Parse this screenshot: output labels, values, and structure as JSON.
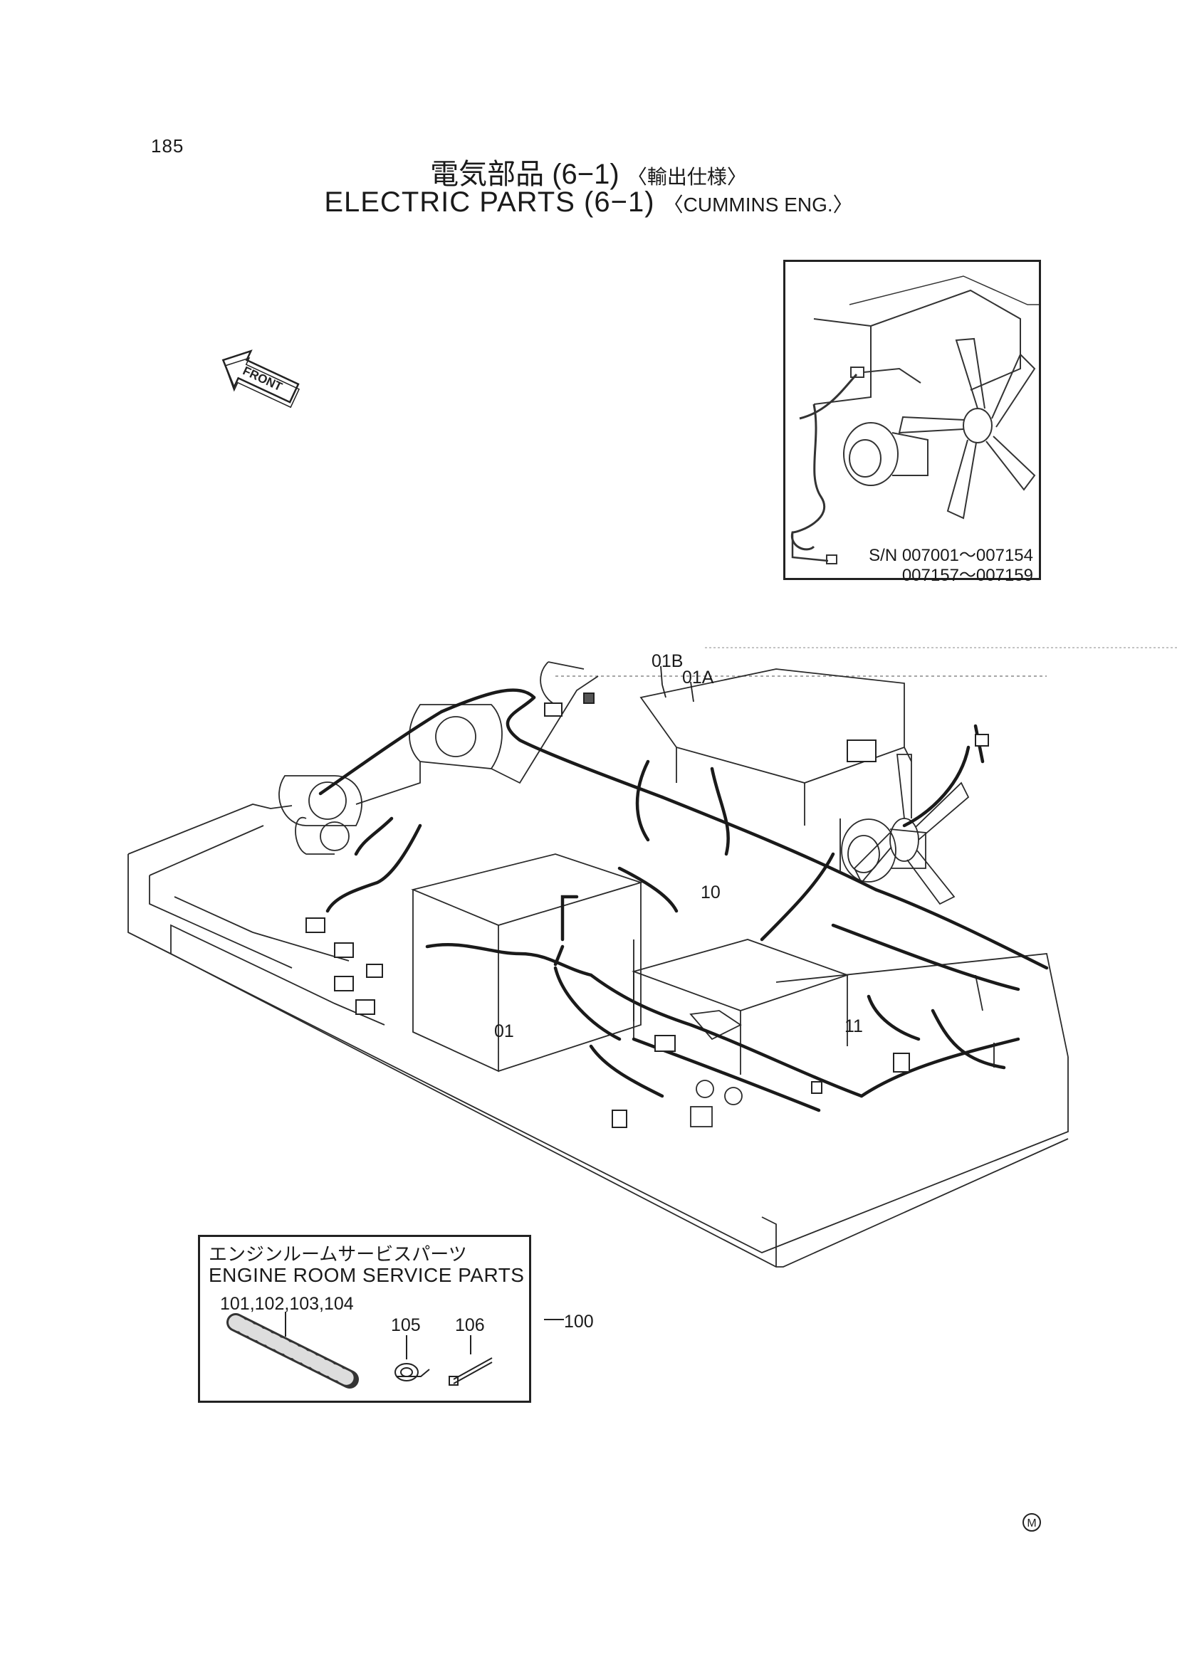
{
  "page": {
    "number": "185"
  },
  "title": {
    "ja_main": "電気部品 (6−1)",
    "ja_sub": "〈輸出仕様〉",
    "en_main": "ELECTRIC  PARTS  (6−1)",
    "en_sub": "〈CUMMINS  ENG.〉"
  },
  "front_arrow": {
    "label": "FRONT"
  },
  "inset": {
    "sn_line1": "S/N  007001～007154",
    "sn_line2": "007157～007159"
  },
  "callouts": {
    "c01B": "01B",
    "c01A": "01A",
    "c10": "10",
    "c01": "01",
    "c11": "11",
    "c100": "100"
  },
  "service_parts": {
    "title_ja": "エンジンルームサービスパーツ",
    "title_en": "ENGINE  ROOM  SERVICE  PARTS",
    "item_group": "101,102,103,104",
    "item_105": "105",
    "item_106": "106"
  },
  "mark": {
    "label": "M"
  }
}
